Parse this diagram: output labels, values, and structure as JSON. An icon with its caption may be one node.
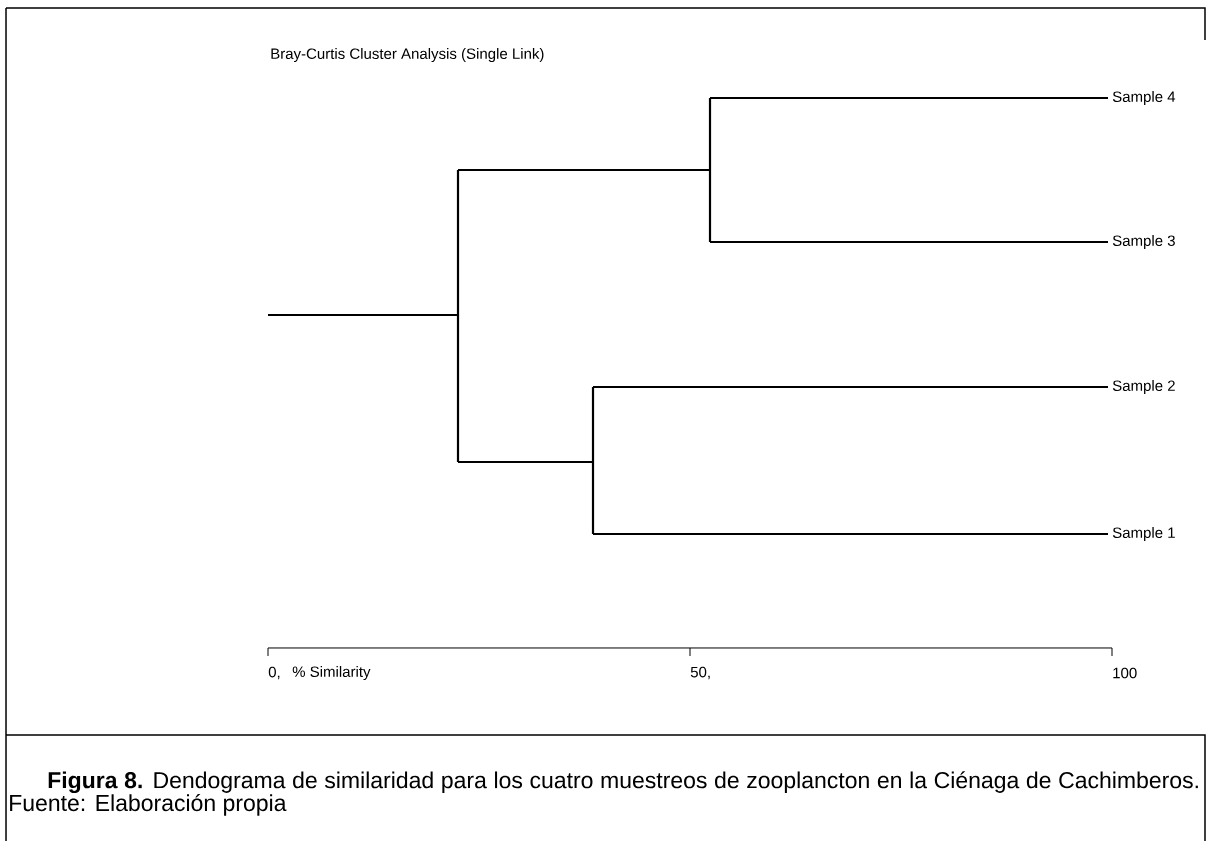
{
  "diagram": {
    "title": "Bray-Curtis Cluster Analysis (Single Link)",
    "caption": "**Figura 8.** Dendograma de similaridad para los cuatro muestreos de zooplancton en la Ciénaga de Cachimberos. Fuente: Elaboración propia",
    "labels": [
      "Sample 4",
      "Sample 3",
      "Sample 2",
      "Sample 1",
      "0,",
      "% Similarity",
      "50,",
      "100"
    ]
  }
}
